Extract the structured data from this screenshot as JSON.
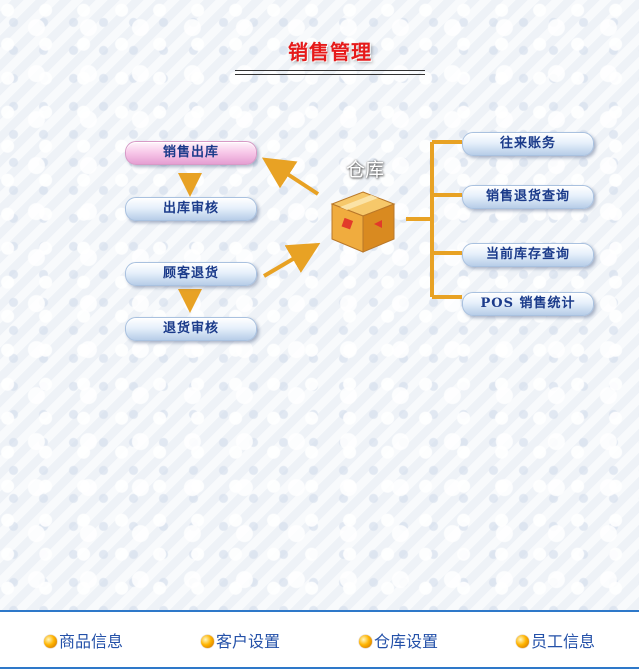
{
  "page_title": "销售管理",
  "warehouse_label": "仓库",
  "left_flow": {
    "sales_out": "销售出库",
    "out_audit": "出库审核",
    "customer_return": "顾客退货",
    "return_audit": "退货审核"
  },
  "right_menu": {
    "accounts": "往来账务",
    "return_query": "销售退货查询",
    "stock_query": "当前库存查询",
    "pos_stats": "POS 销售统计"
  },
  "footer": {
    "goods": "商品信息",
    "customers": "客户设置",
    "warehouse": "仓库设置",
    "staff": "员工信息"
  },
  "colors": {
    "connector": "#e8a224",
    "title": "#e61a1a",
    "footer_rule": "#2e78c9"
  }
}
